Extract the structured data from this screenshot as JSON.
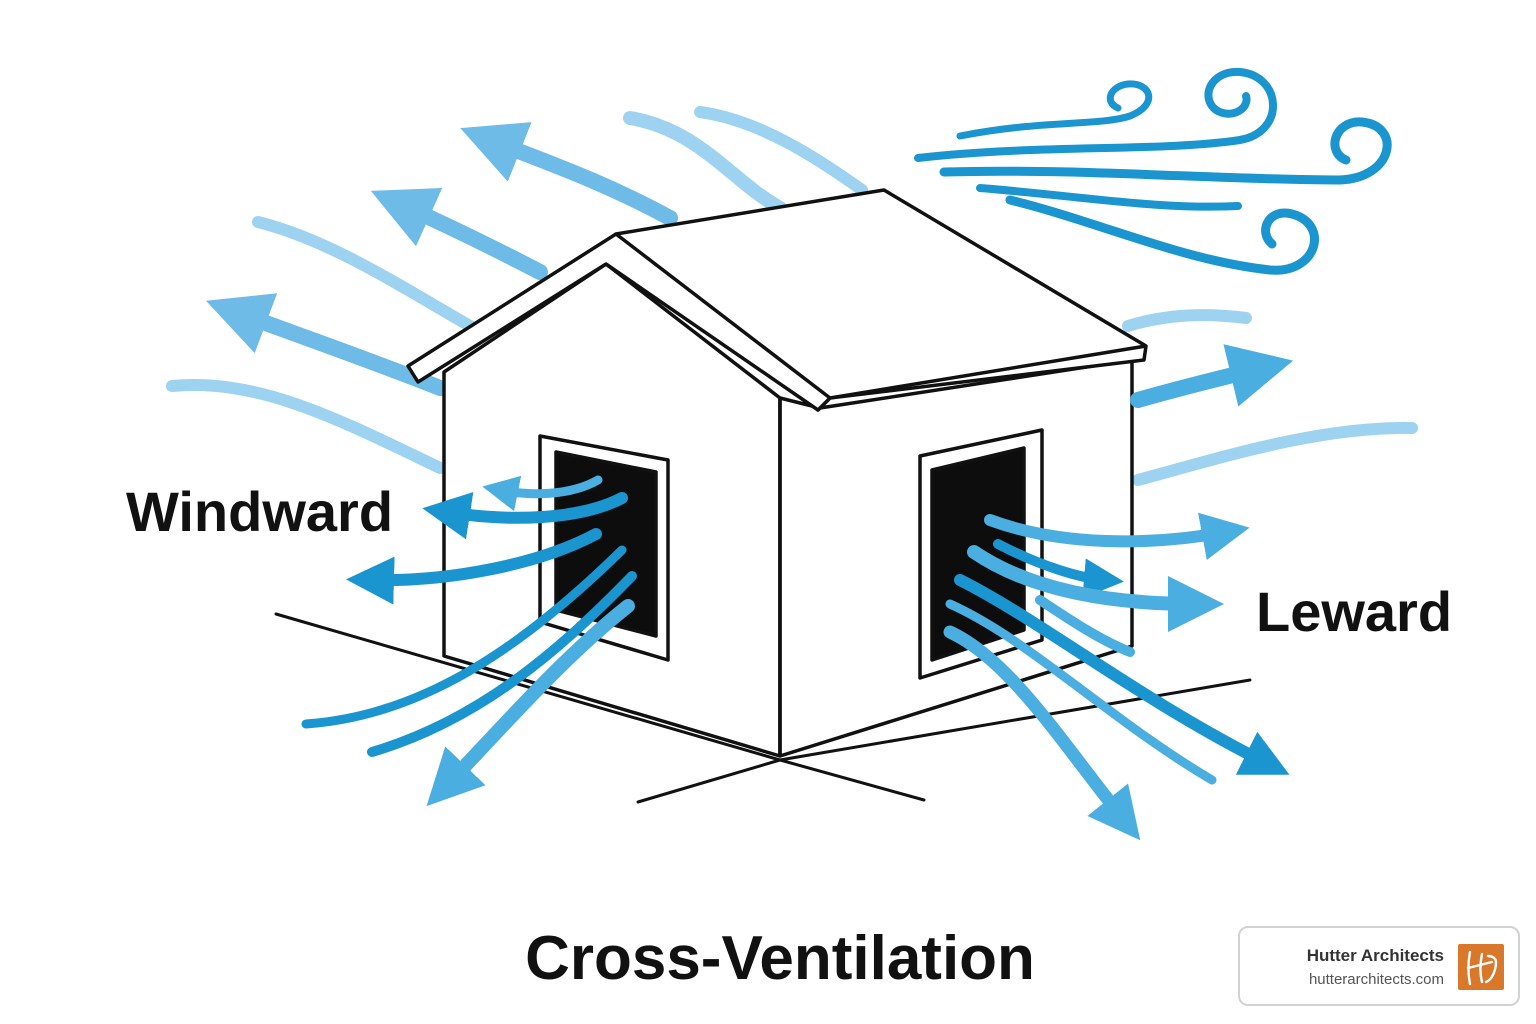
{
  "labels": {
    "windward": "Windward",
    "leward": "Leward"
  },
  "caption": "Cross-Ventilation",
  "badge": {
    "name": "Hutter Architects",
    "url": "hutterarchitects.com",
    "logo_color": "#d9772b"
  },
  "colors": {
    "airflow_dark": "#1b95cf",
    "airflow_mid": "#4aaee0",
    "airflow_light": "#8ccbed",
    "outline": "#111111",
    "window": "#0d0d0d"
  },
  "icons": {
    "logo": "hutter-architects-logo-icon",
    "wind": "wind-gust-icon"
  }
}
